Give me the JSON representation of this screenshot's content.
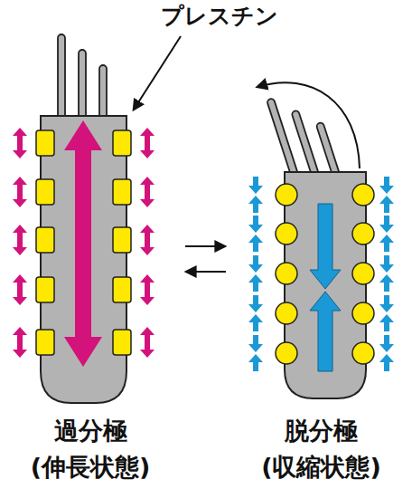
{
  "diagram": {
    "nodes": [
      {
        "text": [
          "過分極",
          "(伸長状態)"
        ]
      },
      {
        "text": [
          "脱分極",
          "(収縮状態)"
        ]
      }
    ],
    "edges": [
      {
        "from": 0,
        "to": 1,
        "arrow": "to"
      },
      {
        "from": 1,
        "to": 0,
        "arrow": "to"
      }
    ],
    "labels": [
      "プレスチン"
    ]
  }
}
